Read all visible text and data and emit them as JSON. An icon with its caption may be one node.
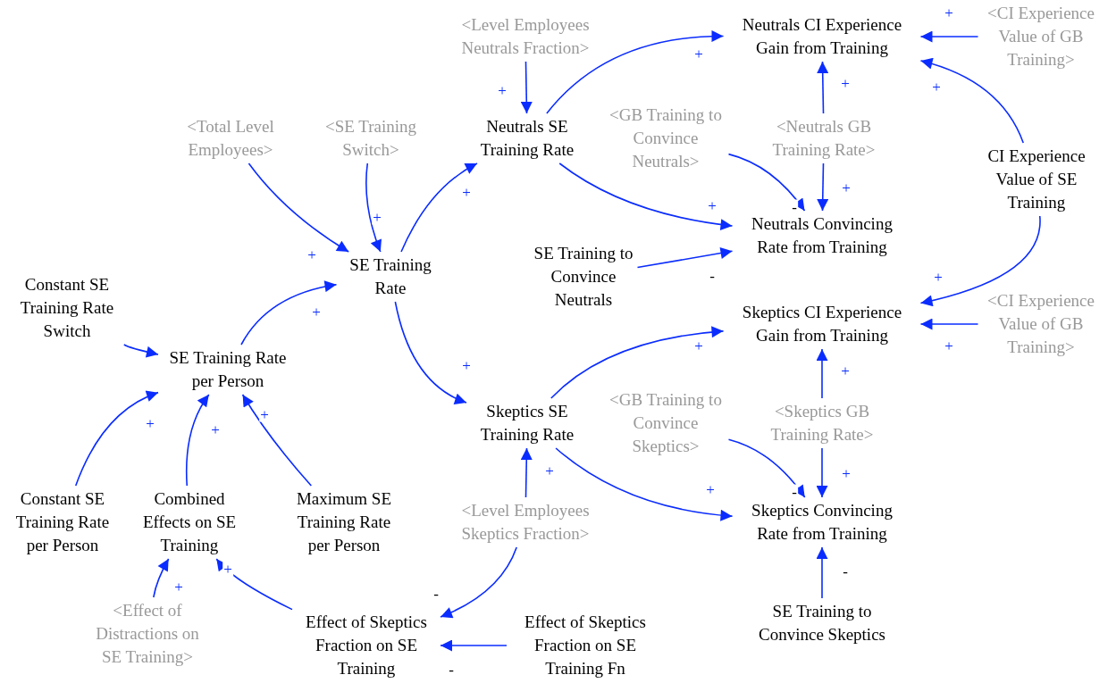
{
  "diagram": {
    "nodes": [
      {
        "text": [
          "<Level Employees Neutrals Fraction>"
        ]
      },
      {
        "text": [
          "Neutrals CI Experience Gain from Training"
        ]
      },
      {
        "text": [
          "<CI Experience Value of GB Training>"
        ]
      },
      {
        "text": [
          "<Total Level Employees>"
        ]
      },
      {
        "text": [
          "<SE Training Switch>"
        ]
      },
      {
        "text": [
          "Neutrals SE Training Rate"
        ]
      },
      {
        "text": [
          "<GB Training to Convince Neutrals>"
        ]
      },
      {
        "text": [
          "<Neutrals GB Training Rate>"
        ]
      },
      {
        "text": [
          "CI Experience Value of SE Training"
        ]
      },
      {
        "text": [
          "SE Training Rate"
        ]
      },
      {
        "text": [
          "Neutrals Convincing Rate from Training"
        ]
      },
      {
        "text": [
          "SE Training to Convince Neutrals"
        ]
      },
      {
        "text": [
          "Constant SE Training Rate Switch"
        ]
      },
      {
        "text": [
          "Skeptics CI Experience Gain from Training"
        ]
      },
      {
        "text": [
          "<CI Experience Value of GB Training>"
        ]
      },
      {
        "text": [
          "SE Training Rate per Person"
        ]
      },
      {
        "text": [
          "Skeptics SE Training Rate"
        ]
      },
      {
        "text": [
          "<GB Training to Convince Skeptics>"
        ]
      },
      {
        "text": [
          "<Skeptics GB Training Rate>"
        ]
      },
      {
        "text": [
          "Constant SE Training Rate per Person"
        ]
      },
      {
        "text": [
          "Combined Effects on SE Training"
        ]
      },
      {
        "text": [
          "Maximum SE Training Rate per Person"
        ]
      },
      {
        "text": [
          "<Level Employees Skeptics Fraction>"
        ]
      },
      {
        "text": [
          "Skeptics Convincing Rate from Training"
        ]
      },
      {
        "text": [
          "<Effect of Distractions on SE Training>"
        ]
      },
      {
        "text": [
          "Effect of Skeptics Fraction on SE Training"
        ]
      },
      {
        "text": [
          "Effect of Skeptics Fraction on SE Training Fn"
        ]
      },
      {
        "text": [
          "SE Training to Convince Skeptics"
        ]
      }
    ],
    "edges": [
      {
        "from": 0,
        "to": 5,
        "arrow": "to",
        "label": "+"
      },
      {
        "from": 5,
        "to": 1,
        "arrow": "to",
        "label": "+"
      },
      {
        "from": 2,
        "to": 1,
        "arrow": "to",
        "label": "+"
      },
      {
        "from": 7,
        "to": 1,
        "arrow": "to",
        "label": "+"
      },
      {
        "from": 8,
        "to": 1,
        "arrow": "to",
        "label": "+"
      },
      {
        "from": 3,
        "to": 9,
        "arrow": "to",
        "label": "+"
      },
      {
        "from": 4,
        "to": 9,
        "arrow": "to",
        "label": "+"
      },
      {
        "from": 9,
        "to": 5,
        "arrow": "to",
        "label": "+"
      },
      {
        "from": 5,
        "to": 10,
        "arrow": "to",
        "label": "+"
      },
      {
        "from": 6,
        "to": 10,
        "arrow": "to",
        "label": "-"
      },
      {
        "from": 7,
        "to": 10,
        "arrow": "to",
        "label": "+"
      },
      {
        "from": 11,
        "to": 10,
        "arrow": "to",
        "label": "-"
      },
      {
        "from": 8,
        "to": 13,
        "arrow": "to",
        "label": "+"
      },
      {
        "from": 14,
        "to": 13,
        "arrow": "to",
        "label": "+"
      },
      {
        "from": 18,
        "to": 13,
        "arrow": "to",
        "label": "+"
      },
      {
        "from": 16,
        "to": 13,
        "arrow": "to",
        "label": "+"
      },
      {
        "from": 15,
        "to": 9,
        "arrow": "to",
        "label": "+"
      },
      {
        "from": 9,
        "to": 16,
        "arrow": "to",
        "label": "+"
      },
      {
        "from": 12,
        "to": 15,
        "arrow": "to"
      },
      {
        "from": 19,
        "to": 15,
        "arrow": "to",
        "label": "+"
      },
      {
        "from": 20,
        "to": 15,
        "arrow": "to",
        "label": "+"
      },
      {
        "from": 21,
        "to": 15,
        "arrow": "to",
        "label": "+"
      },
      {
        "from": 22,
        "to": 16,
        "arrow": "to",
        "label": "+"
      },
      {
        "from": 16,
        "to": 23,
        "arrow": "to",
        "label": "+"
      },
      {
        "from": 17,
        "to": 23,
        "arrow": "to",
        "label": "-"
      },
      {
        "from": 18,
        "to": 23,
        "arrow": "to",
        "label": "+"
      },
      {
        "from": 27,
        "to": 23,
        "arrow": "to",
        "label": "-"
      },
      {
        "from": 22,
        "to": 25,
        "arrow": "to",
        "label": "-"
      },
      {
        "from": 26,
        "to": 25,
        "arrow": "to",
        "label": "-"
      },
      {
        "from": 24,
        "to": 20,
        "arrow": "to",
        "label": "+"
      },
      {
        "from": 25,
        "to": 20,
        "arrow": "to",
        "label": "+"
      }
    ]
  }
}
